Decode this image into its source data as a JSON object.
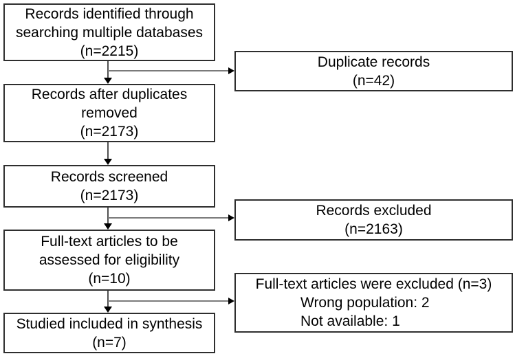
{
  "figure": {
    "type": "prisma-flow-diagram",
    "background_color": "#ffffff",
    "box_border_color": "#2e2e2e",
    "connector_line_color": "#6e6e6e",
    "arrowhead_color": "#000000",
    "text_color": "#000000"
  },
  "boxes": {
    "identified": {
      "lines": [
        "Records identified through",
        "searching multiple databases",
        "(n=2215)"
      ]
    },
    "duplicates": {
      "lines": [
        "Duplicate records",
        "(n=42)"
      ]
    },
    "after_duplicates": {
      "lines": [
        "Records after duplicates",
        "removed",
        "(n=2173)"
      ]
    },
    "screened": {
      "lines": [
        "Records screened",
        "(n=2173)"
      ]
    },
    "excluded": {
      "lines": [
        "Records excluded",
        "(n=2163)"
      ]
    },
    "fulltext": {
      "lines": [
        "Full-text articles to be",
        "assessed for eligibility",
        "(n=10)"
      ]
    },
    "fulltext_excluded": {
      "lines": [
        "Full-text articles were excluded (n=3)",
        "Wrong population: 2",
        "Not available: 1"
      ]
    },
    "included": {
      "lines": [
        "Studied included in synthesis",
        "(n=7)"
      ]
    }
  }
}
